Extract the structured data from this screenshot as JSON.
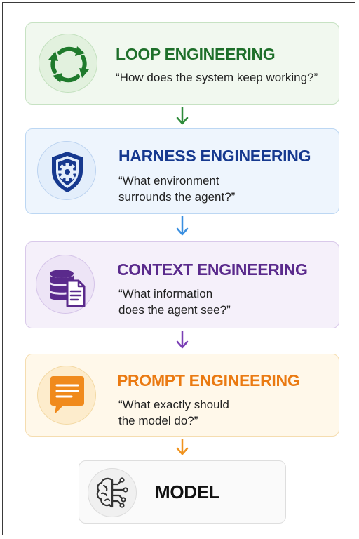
{
  "layers": [
    {
      "id": "loop",
      "title": "LOOP ENGINEERING",
      "question": [
        "“How does the system keep working?”"
      ],
      "icon": "refresh-cycle-icon",
      "color": "#1e6f2a"
    },
    {
      "id": "harness",
      "title": "HARNESS ENGINEERING",
      "question": [
        "“What environment",
        "surrounds the agent?”"
      ],
      "icon": "shield-gear-icon",
      "color": "#16398f"
    },
    {
      "id": "context",
      "title": "CONTEXT ENGINEERING",
      "question": [
        "“What information",
        "does the agent see?”"
      ],
      "icon": "database-document-icon",
      "color": "#5a2a8c"
    },
    {
      "id": "prompt",
      "title": "PROMPT ENGINEERING",
      "question": [
        "“What exactly should",
        "the model do?”"
      ],
      "icon": "chat-bubble-icon",
      "color": "#ea7a12"
    }
  ],
  "model": {
    "title": "MODEL",
    "icon": "brain-circuit-icon"
  },
  "arrow_colors": [
    "#2e8b3a",
    "#3a8fe0",
    "#7b3fb5",
    "#f0931e"
  ]
}
